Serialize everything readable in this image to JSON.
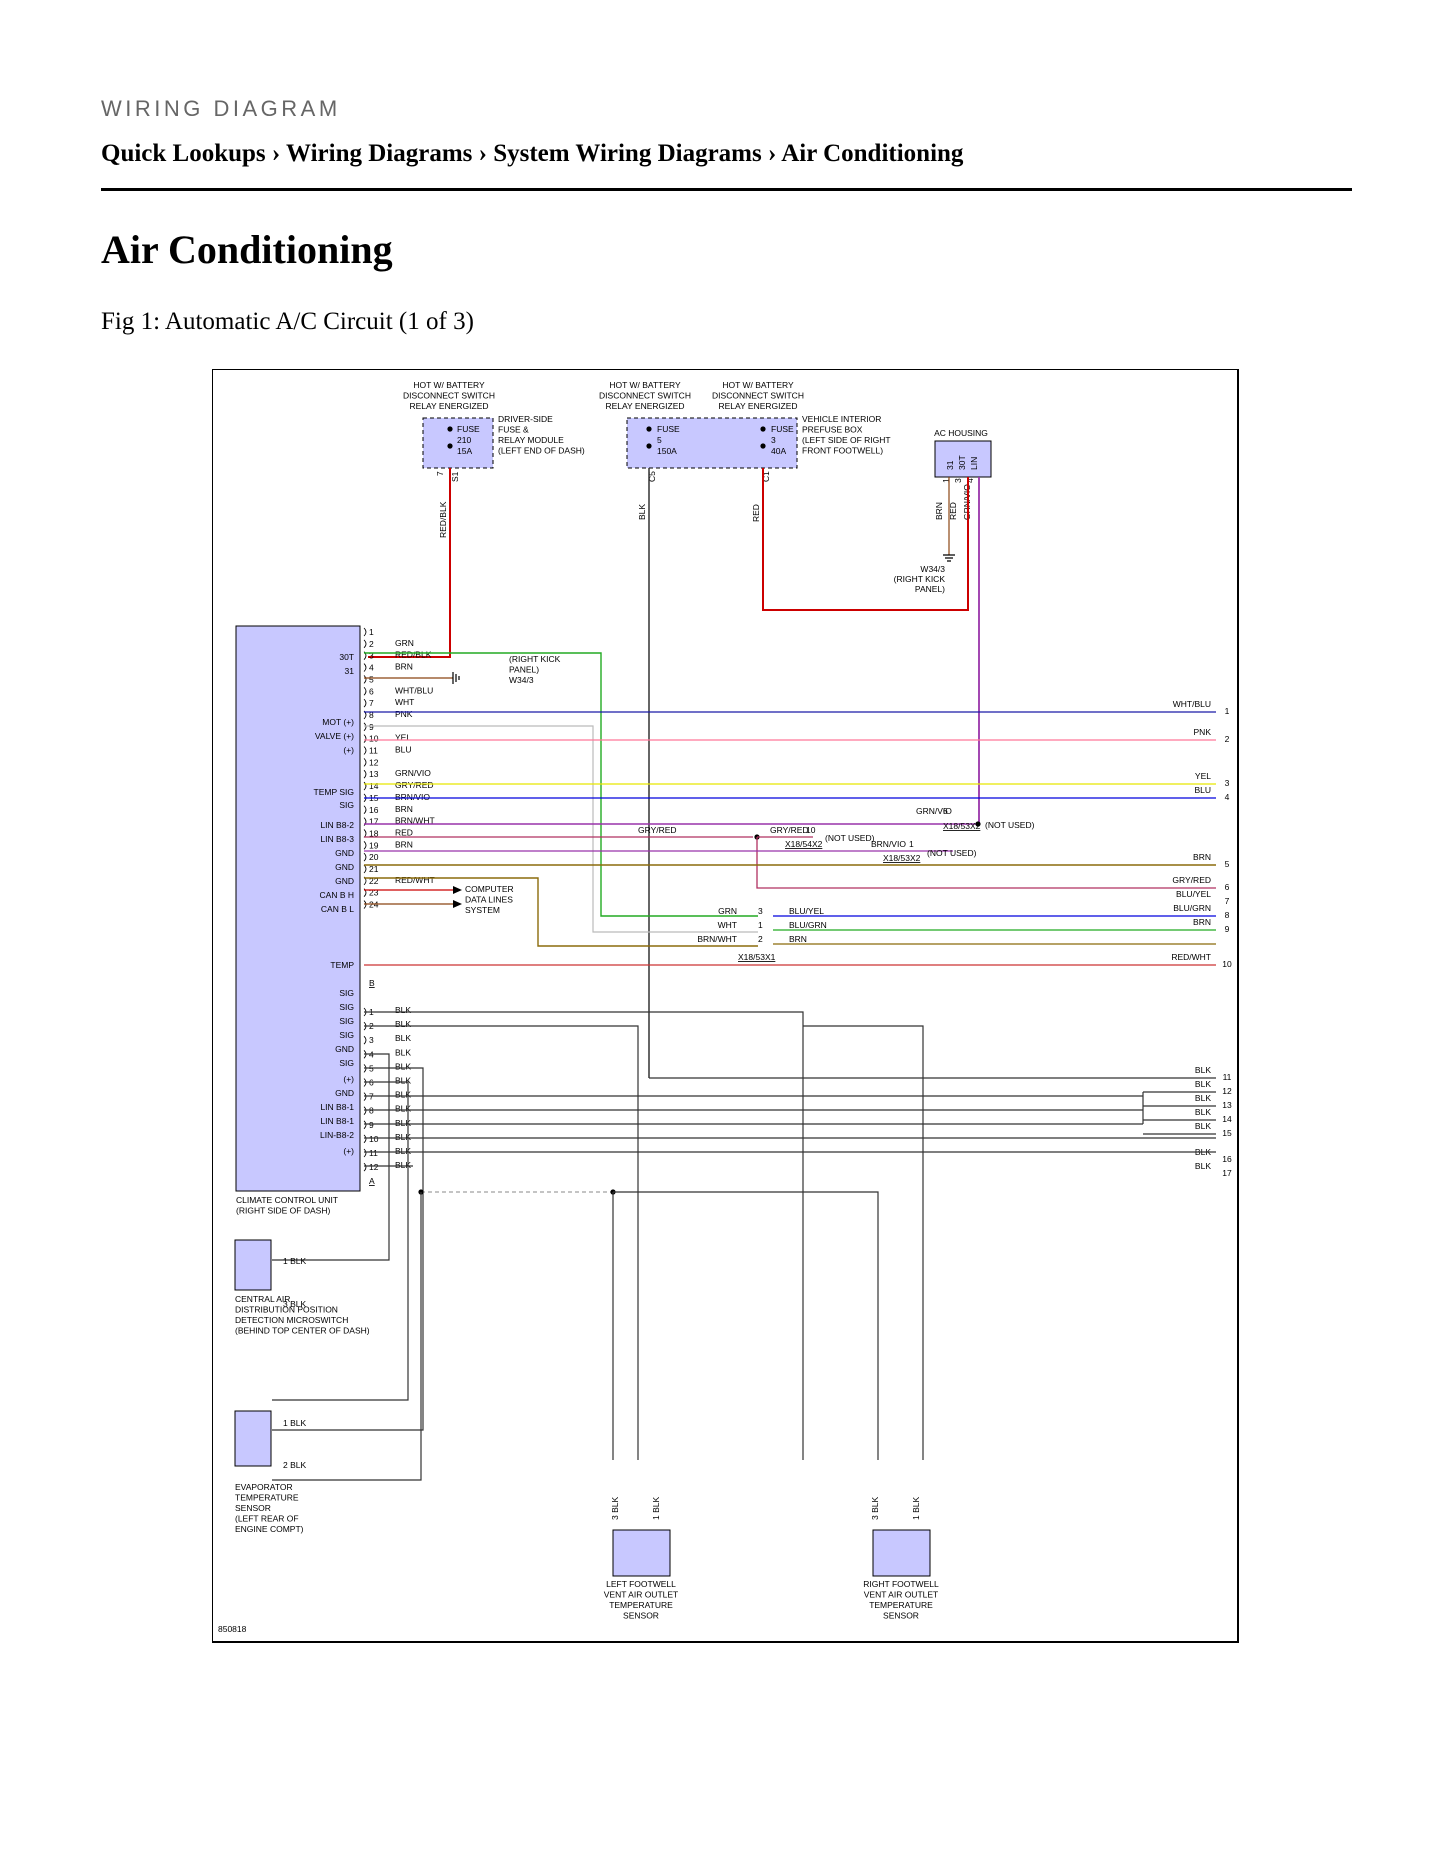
{
  "page": {
    "kicker": "WIRING DIAGRAM",
    "breadcrumb": [
      "Quick Lookups",
      "Wiring Diagrams",
      "System Wiring Diagrams",
      "Air Conditioning"
    ],
    "separator": " › ",
    "title": "Air Conditioning",
    "caption": "Fig 1: Automatic A/C Circuit (1 of 3)",
    "figure_id": "850818"
  },
  "colors": {
    "component_fill": "#c8c8ff",
    "red": "#cc0000",
    "green": "#22aa22",
    "blue_wht": "#1a1aa8",
    "pink": "#ff7799",
    "yellow": "#e8e800",
    "blue": "#0000dd",
    "violet": "#9933aa",
    "brown": "#8b6b0b",
    "black": "#333333"
  },
  "diagram": {
    "hot_labels": [
      "HOT W/ BATTERY",
      "DISCONNECT SWITCH",
      "RELAY ENERGIZED"
    ],
    "fuse_left": {
      "name": "FUSE",
      "number": "210",
      "rating": "15A",
      "desc": [
        "DRIVER-SIDE",
        "FUSE &",
        "RELAY MODULE",
        "(LEFT END OF DASH)"
      ],
      "pin": "7",
      "conn": "S1"
    },
    "fuse_mid_a": {
      "name": "FUSE",
      "number": "5",
      "rating": "150A",
      "conn": "C5"
    },
    "fuse_mid_b": {
      "name": "FUSE",
      "number": "3",
      "rating": "40A",
      "conn": "C1"
    },
    "prefuse_desc": [
      "VEHICLE INTERIOR",
      "PREFUSE BOX",
      "(LEFT SIDE OF RIGHT",
      "FRONT FOOTWELL)"
    ],
    "ac_housing": {
      "title": "AC HOUSING",
      "pins": [
        "31",
        "30T",
        "LIN"
      ],
      "pin_nums": [
        "1",
        "3",
        "4"
      ],
      "wires": [
        "BRN",
        "RED",
        "GRN/VIO"
      ]
    },
    "vertical_wires": {
      "fuse210": "RED/BLK",
      "fuse5": "BLK",
      "fuse3": "RED"
    },
    "ground_w343": [
      "W34/3",
      "(RIGHT KICK",
      "PANEL)"
    ],
    "ccu_labels": [
      "30T",
      "31",
      "MOT (+)",
      "VALVE (+)",
      "(+)",
      "TEMP SIG",
      "SIG",
      "LIN B8-2",
      "LIN B8-3",
      "GND",
      "GND",
      "GND",
      "CAN B H",
      "CAN B L",
      "TEMP",
      "SIG",
      "SIG",
      "SIG",
      "SIG",
      "GND",
      "SIG",
      "(+)",
      "GND",
      "LIN B8-1",
      "LIN B8-1",
      "LIN-B8-2",
      "(+)"
    ],
    "ccu_caption": [
      "CLIMATE CONTROL UNIT",
      "(RIGHT SIDE OF DASH)"
    ],
    "conn_b_pins": [
      "1",
      "2",
      "3",
      "4",
      "5",
      "6",
      "7",
      "8",
      "9",
      "10",
      "11",
      "12",
      "13",
      "14",
      "15",
      "16",
      "17",
      "18",
      "19",
      "20",
      "21",
      "22",
      "23",
      "24"
    ],
    "conn_b_label": "B",
    "conn_a_label": "A",
    "conn_b_wires": [
      "",
      "GRN",
      "RED/BLK",
      "BRN",
      "",
      "WHT/BLU",
      "WHT",
      "PNK",
      "",
      "YEL",
      "BLU",
      "",
      "GRN/VIO",
      "GRY/RED",
      "BRN/VIO",
      "BRN",
      "BRN/WHT",
      "RED",
      "BRN",
      "",
      "",
      "RED/WHT",
      "",
      ""
    ],
    "conn_a_pins": [
      "1",
      "2",
      "3",
      "4",
      "5",
      "6",
      "7",
      "8",
      "9",
      "10",
      "11",
      "12"
    ],
    "conn_a_wire": "BLK",
    "kick_panel": [
      "(RIGHT KICK",
      "PANEL)",
      "W34/3"
    ],
    "computer_data": [
      "COMPUTER",
      "DATA LINES",
      "SYSTEM"
    ],
    "right_labels": [
      {
        "wire": "WHT/BLU",
        "num": "1"
      },
      {
        "wire": "PNK",
        "num": "2"
      },
      {
        "wire": "YEL",
        "num": "3"
      },
      {
        "wire": "BLU",
        "num": "4"
      },
      {
        "wire": "BRN",
        "num": "5"
      },
      {
        "wire": "GRY/RED",
        "num": "6"
      },
      {
        "wire": "BLU/YEL",
        "num": "7"
      },
      {
        "wire": "BLU/GRN",
        "num": "8"
      },
      {
        "wire": "BRN",
        "num": "9"
      },
      {
        "wire": "RED/WHT",
        "num": "10"
      },
      {
        "wire": "BLK",
        "num": "11"
      },
      {
        "wire": "BLK",
        "num": "12"
      },
      {
        "wire": "BLK",
        "num": "13"
      },
      {
        "wire": "BLK",
        "num": "14"
      },
      {
        "wire": "BLK",
        "num": "15"
      },
      {
        "wire": "BLK",
        "num": "16"
      },
      {
        "wire": "BLK",
        "num": "17"
      }
    ],
    "splice": {
      "grn_vio": "GRN/VIO",
      "grn_vio_pin": "6",
      "x18_53x2": "X18/53X2",
      "not_used": "(NOT USED)",
      "gry_red_left": "GRY/RED",
      "gry_red_right": "GRY/RED",
      "gry_red_pin": "10",
      "x18_54x2": "X18/54X2",
      "brn_vio": "BRN/VIO",
      "brn_vio_pin": "1",
      "x18_53x1": "X18/53X1",
      "x1_rows": [
        {
          "left": "GRN",
          "pin": "3",
          "right": "BLU/YEL"
        },
        {
          "left": "WHT",
          "pin": "1",
          "right": "BLU/GRN"
        },
        {
          "left": "BRN/WHT",
          "pin": "2",
          "right": "BRN"
        }
      ]
    },
    "microswitch": {
      "pins": [
        {
          "num": "1",
          "wire": "BLK"
        },
        {
          "num": "3",
          "wire": "BLK"
        }
      ],
      "caption": [
        "CENTRAL AIR",
        "DISTRIBUTION POSITION",
        "DETECTION MICROSWITCH",
        "(BEHIND TOP CENTER OF DASH)"
      ]
    },
    "evap": {
      "pins": [
        {
          "num": "1",
          "wire": "BLK"
        },
        {
          "num": "2",
          "wire": "BLK"
        }
      ],
      "caption": [
        "EVAPORATOR",
        "TEMPERATURE",
        "SENSOR",
        "(LEFT REAR OF",
        "ENGINE COMPT)"
      ]
    },
    "left_sensor": {
      "pins": [
        "3 BLK",
        "1 BLK"
      ],
      "caption": [
        "LEFT FOOTWELL",
        "VENT AIR OUTLET",
        "TEMPERATURE",
        "SENSOR"
      ]
    },
    "right_sensor": {
      "pins": [
        "3 BLK",
        "1 BLK"
      ],
      "caption": [
        "RIGHT FOOTWELL",
        "VENT AIR OUTLET",
        "TEMPERATURE",
        "SENSOR"
      ]
    }
  }
}
